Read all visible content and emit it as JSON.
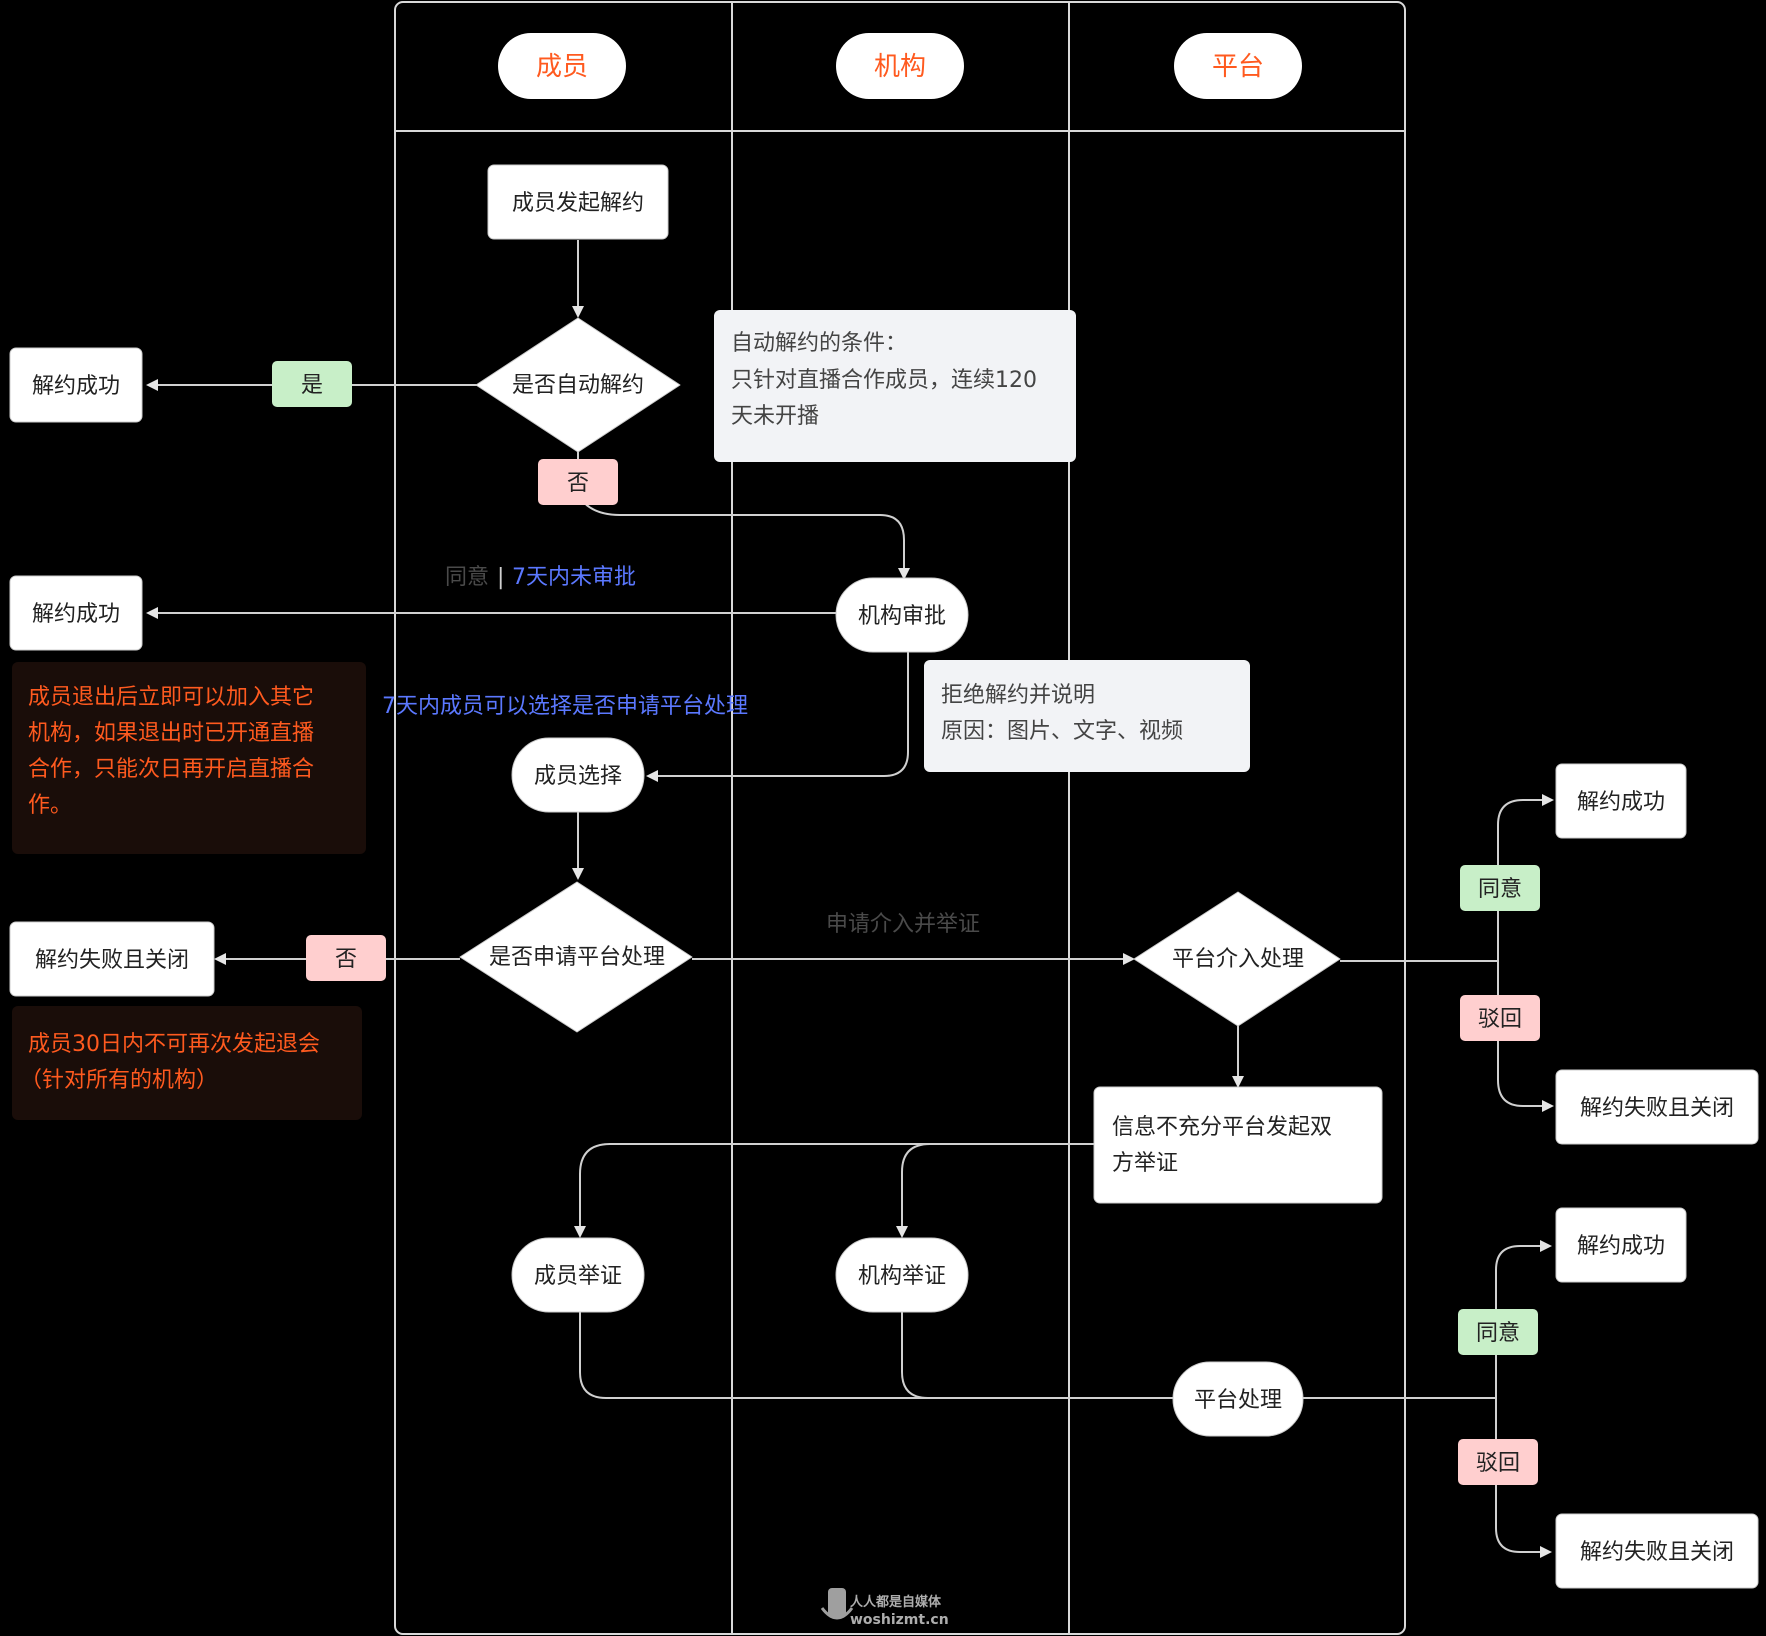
{
  "lanes": {
    "member": "成员",
    "org": "机构",
    "platform": "平台"
  },
  "nodes": {
    "member_initiate": "成员发起解约",
    "auto_decision": "是否自动解约",
    "success_1": "解约成功",
    "success_2": "解约成功",
    "success_3": "解约成功",
    "success_4": "解约成功",
    "org_approval": "机构审批",
    "member_choice": "成员选择",
    "apply_decision": "是否申请平台处理",
    "fail_close_1": "解约失败且关闭",
    "fail_close_2": "解约失败且关闭",
    "fail_close_3": "解约失败且关闭",
    "platform_intervene": "平台介入处理",
    "platform_evidence": [
      "信息不充分平台发起双",
      "方举证"
    ],
    "member_evidence": "成员举证",
    "org_evidence": "机构举证",
    "platform_handle": "平台处理"
  },
  "labels": {
    "yes": "是",
    "no_auto": "否",
    "no_apply": "否",
    "agree_1": "同意",
    "reject_1": "驳回",
    "agree_2": "同意",
    "reject_2": "驳回"
  },
  "edge_text": {
    "agree_gray": "同意",
    "separator": "|",
    "within_7_days": "7天内未审批",
    "member_choose_7days": "7天内成员可以选择是否申请平台处理",
    "apply_intervene": "申请介入并举证"
  },
  "notes": {
    "auto_condition": [
      "自动解约的条件：",
      "只针对直播合作成员，连续120",
      "天未开播"
    ],
    "reject_reason": [
      "拒绝解约并说明",
      "原因：图片、文字、视频"
    ],
    "after_exit": [
      "成员退出后立即可以加入其它",
      "机构，如果退出时已开通直播",
      "合作，只能次日再开启直播合",
      "作。"
    ],
    "no_rejoin": [
      "成员30日内不可再次发起退会",
      "（针对所有的机构）"
    ]
  },
  "watermark": {
    "line1": "人人都是自媒体",
    "line2": "woshizmt.cn"
  },
  "colors": {
    "background": "#000000",
    "lane_line": "#d9d9d9",
    "lane_title": "#ff5a1f",
    "edge": "#d0d0d0",
    "yes_fill": "#c8efc8",
    "no_fill": "#ffcfcf",
    "note_fill": "#f2f3f6",
    "warn_text": "#ff5a1f",
    "warn_fill": "#1a0d09",
    "blue_text": "#5b78ff",
    "gray_text": "#5a5a5a"
  }
}
